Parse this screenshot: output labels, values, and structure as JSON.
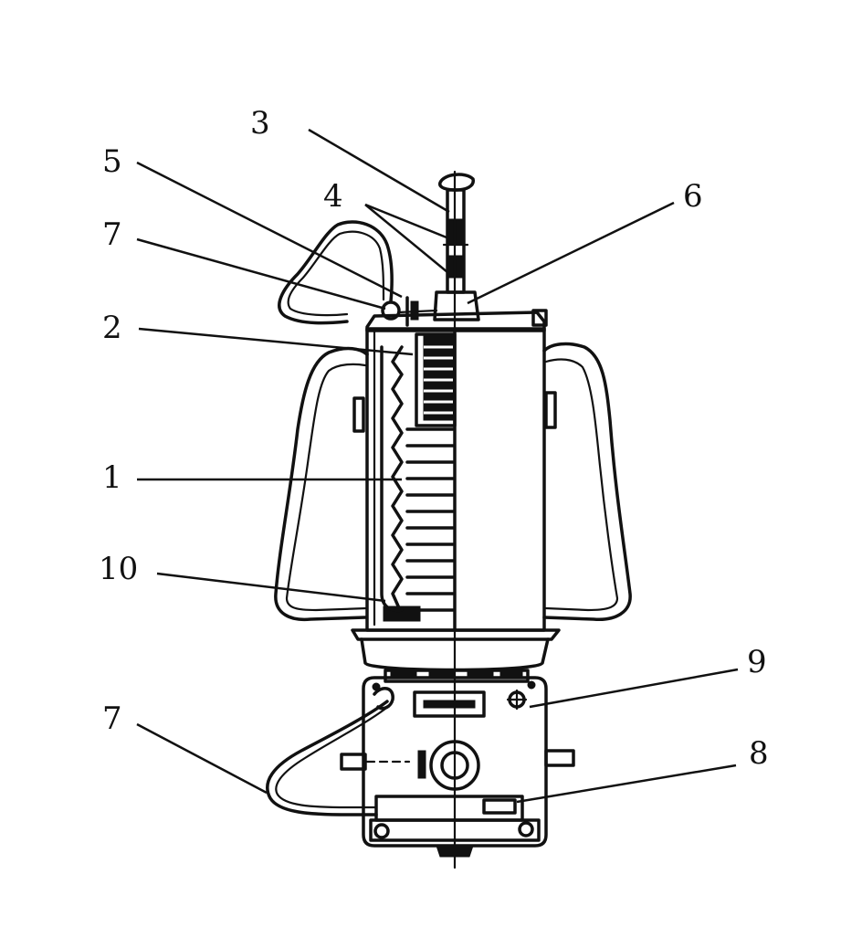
{
  "diagram": {
    "labels": {
      "l1": "1",
      "l2": "2",
      "l3": "3",
      "l4": "4",
      "l5": "5",
      "l6": "6",
      "l7_top": "7",
      "l7_bottom": "7",
      "l8": "8",
      "l9": "9",
      "l10": "10"
    },
    "ink_color": "#111111",
    "background_color": "#ffffff"
  }
}
